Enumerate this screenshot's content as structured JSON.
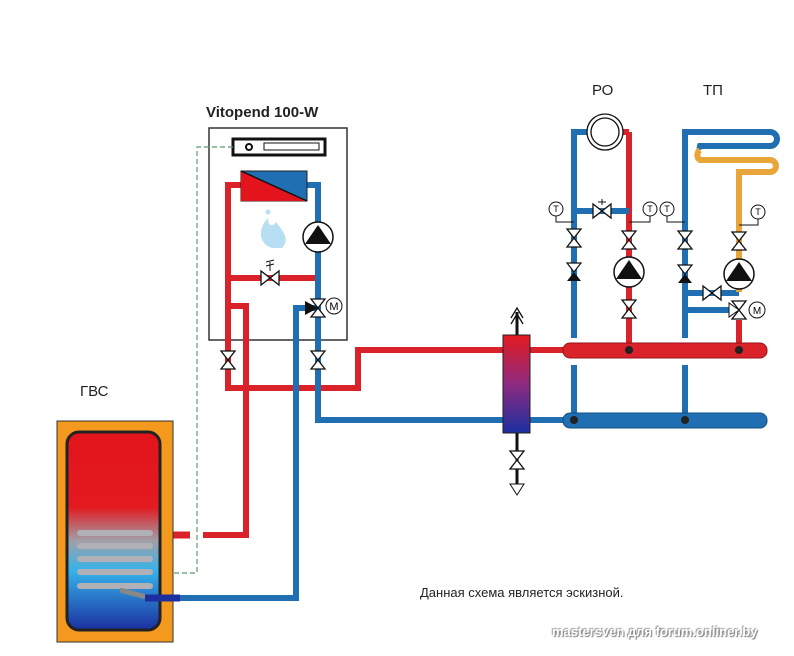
{
  "labels": {
    "boiler_title": "Vitopend 100-W",
    "dhw_tank": "ГВС",
    "radiator_circuit": "РО",
    "floor_heating_circuit": "ТП",
    "note": "Данная схема является эскизной.",
    "watermark": "mastersven для forum.onliner.by",
    "thermometer": "T",
    "motor": "M"
  },
  "colors": {
    "hot": "#d9222a",
    "cold": "#1f6fb2",
    "floor": "#e8a53a",
    "tank_jacket": "#f39a1e",
    "control_link": "#5a9a6a"
  }
}
